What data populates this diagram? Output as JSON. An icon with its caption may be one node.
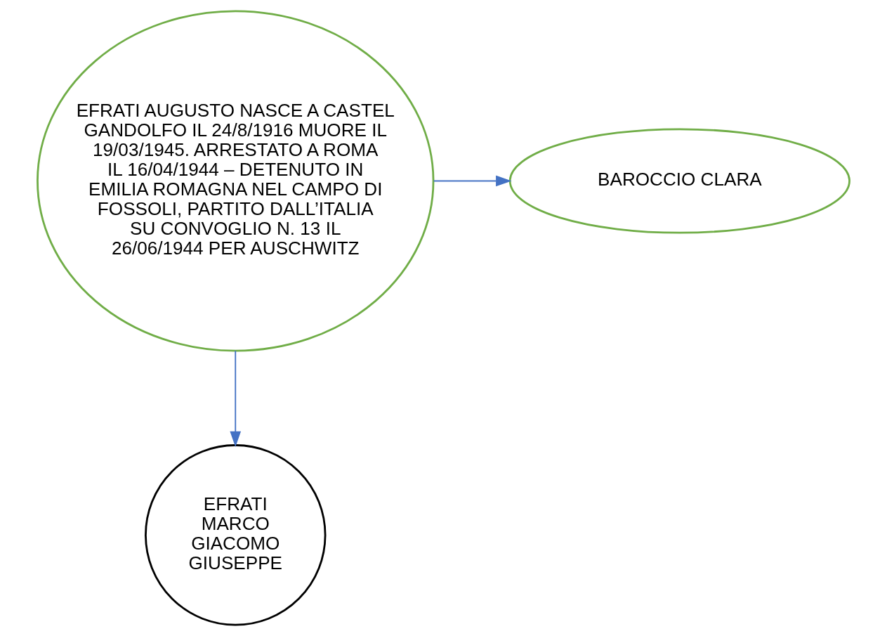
{
  "diagram": {
    "nodes": [
      {
        "text": [
          "EFRATI AUGUSTO NASCE A CASTEL GANDOLFO IL 24/8/1916 MUORE IL 19/03/1945. ARRESTATO A ROMA IL 16/04/1944 – DETENUTO IN EMILIA ROMAGNA NEL CAMPO DI FOSSOLI, PARTITO DALL’ITALIA SU CONVOGLIO N. 13 IL 26/06/1944 PER AUSCHWITZ"
        ]
      },
      {
        "text": [
          "BAROCCIO CLARA"
        ]
      },
      {
        "text": [
          "EFRATI MARCO GIACOMO GIUSEPPE"
        ]
      }
    ],
    "edges": [
      {
        "from": 0,
        "to": 1,
        "arrow": "to"
      },
      {
        "from": 0,
        "to": 2,
        "arrow": "to"
      }
    ]
  }
}
